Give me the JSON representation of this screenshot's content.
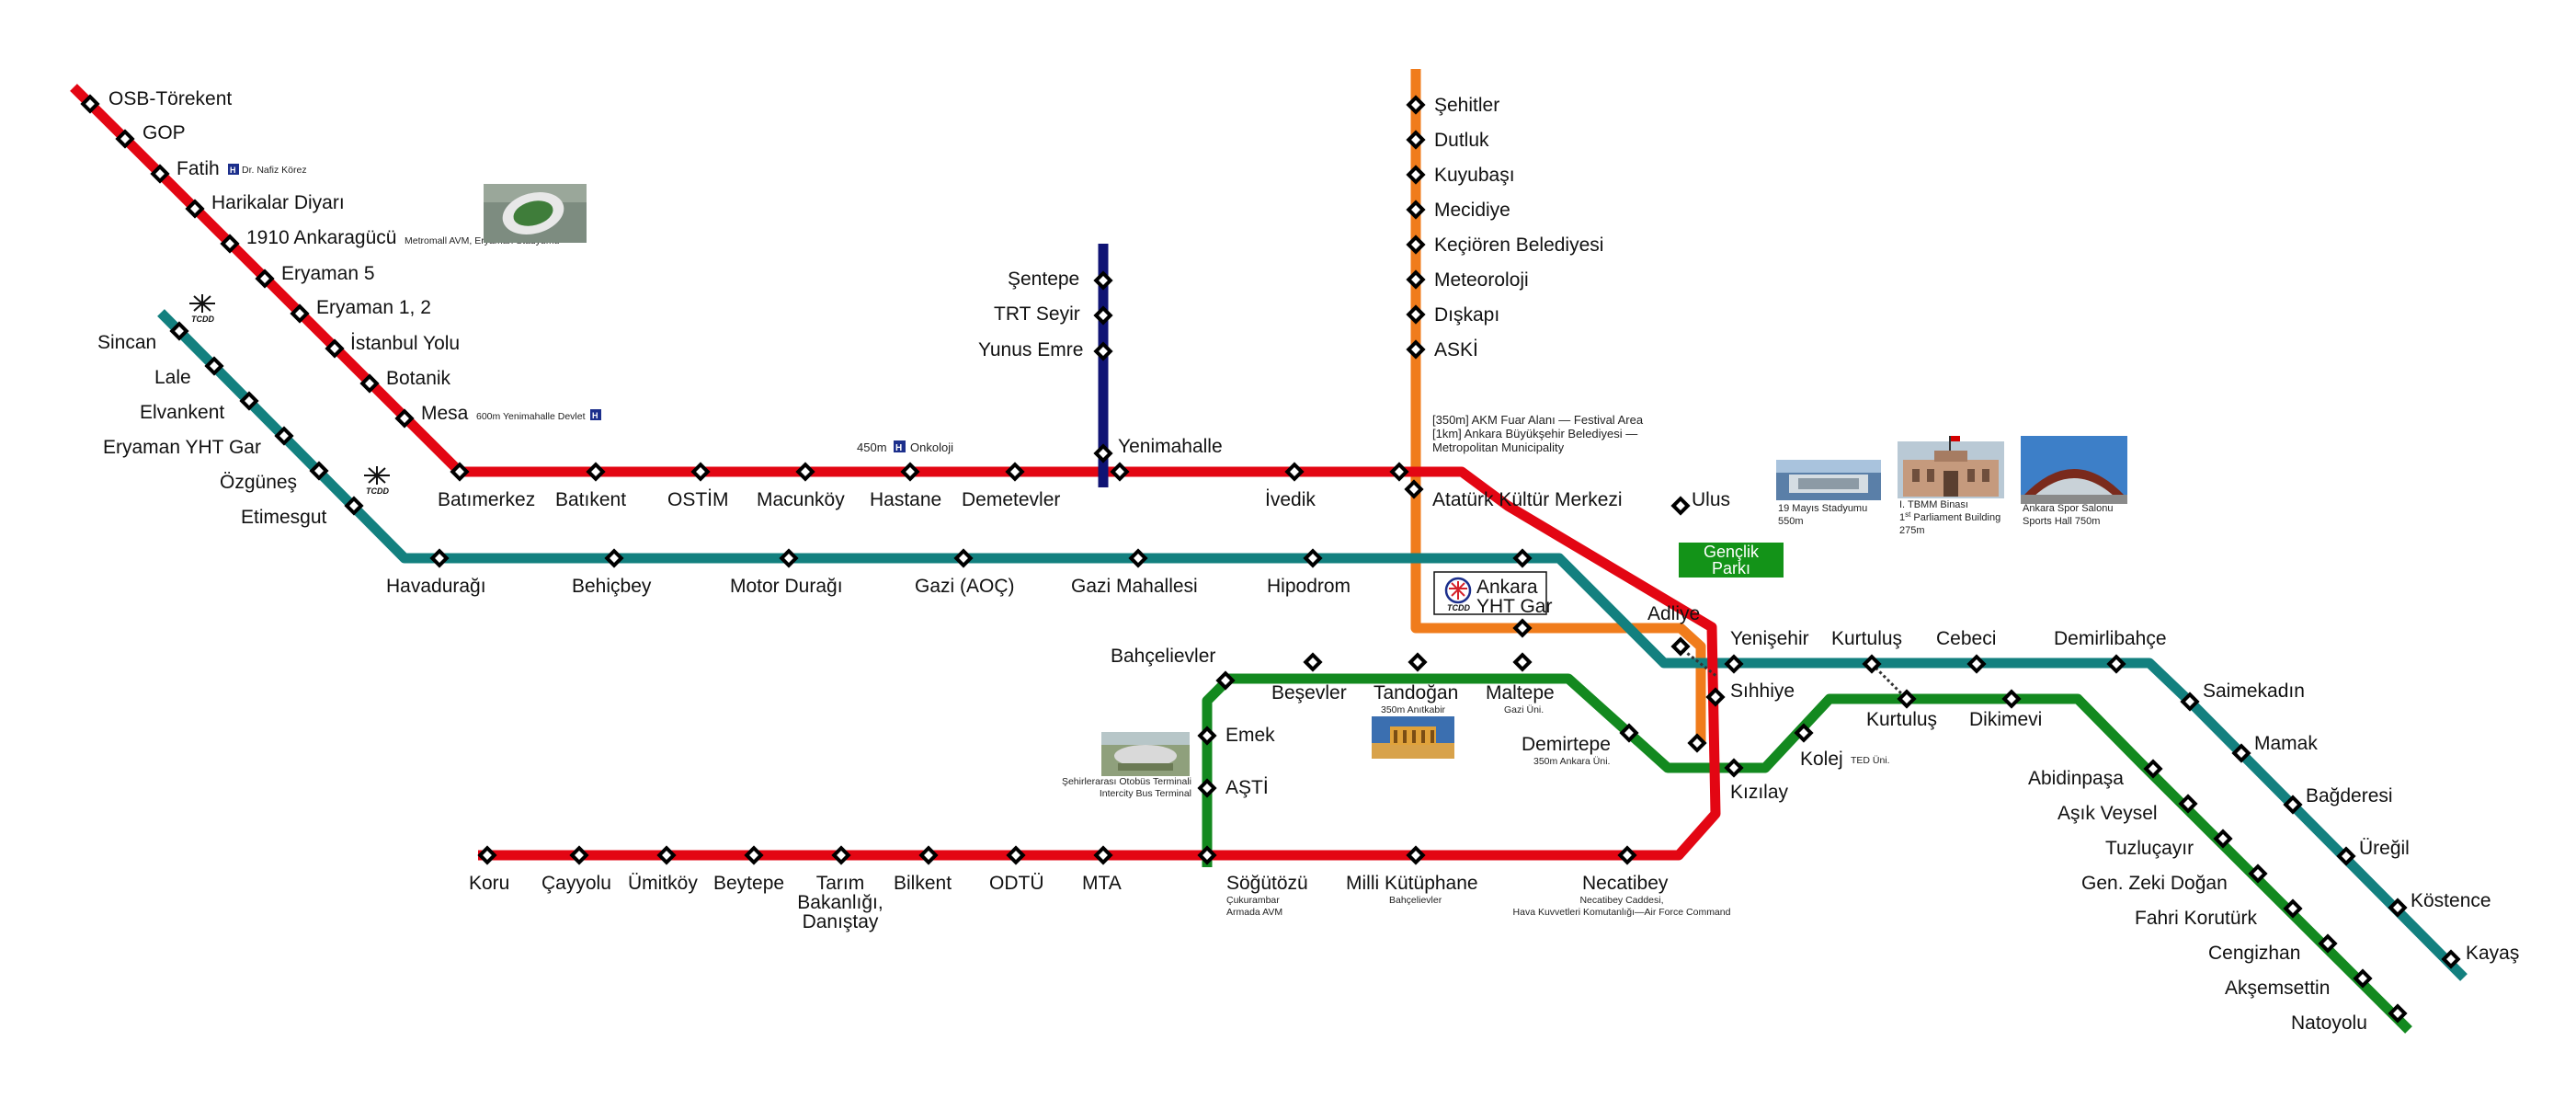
{
  "colors": {
    "red": "#e30613",
    "teal": "#13807f",
    "green": "#13891f",
    "orange": "#f07c1c",
    "navy": "#0f1374"
  },
  "lines": {
    "red_a": {
      "stations": [
        "OSB-Törekent",
        "GOP",
        "Fatih",
        "Harikalar Diyarı",
        "1910 Ankaragücü",
        "Eryaman 5",
        "Eryaman 1, 2",
        "İstanbul Yolu",
        "Botanik",
        "Mesa",
        "Batımerkez",
        "Batıkent",
        "OSTİM",
        "Macunköy",
        "Hastane",
        "Demetevler",
        "Yenimahalle",
        "İvedik",
        "Atatürk Kültür Merkezi",
        "Ulus"
      ]
    },
    "teal_west": {
      "stations": [
        "Sincan",
        "Lale",
        "Elvankent",
        "Eryaman YHT Gar",
        "Özgüneş",
        "Etimesgut",
        "Havadurağı",
        "Behiçbey",
        "Motor Durağı",
        "Gazi (AOÇ)",
        "Gazi Mahallesi",
        "Hipodrom",
        "Ankara YHT Gar",
        "Adliye",
        "Sıhhiye",
        "Yenişehir",
        "Kurtuluş",
        "Cebeci",
        "Demirlibahçe",
        "Saimekadın",
        "Mamak",
        "Bağderesi",
        "Üreğil",
        "Köstence",
        "Kayaş"
      ]
    },
    "orange_keciören": {
      "stations": [
        "Şehitler",
        "Dutluk",
        "Kuyubaşı",
        "Mecidiye",
        "Keçiören Belediyesi",
        "Meteoroloji",
        "Dışkapı",
        "ASKİ",
        "Atatürk Kültür Merkezi",
        "Gençlik Parkı",
        "Kızılay"
      ]
    },
    "navy_teleferik": {
      "stations": [
        "Şentepe",
        "TRT Seyir",
        "Yunus Emre",
        "Yenimahalle"
      ]
    },
    "green_ankaray": {
      "stations": [
        "AŞTİ",
        "Emek",
        "Bahçelievler",
        "Beşevler",
        "Tandoğan",
        "Maltepe",
        "Demirtepe",
        "Kızılay",
        "Kolej",
        "Kurtuluş",
        "Dikimevi",
        "Abidinpaşa",
        "Aşık Veysel",
        "Tuzluçayır",
        "Gen. Zeki Doğan",
        "Fahri Korutürk",
        "Cengizhan",
        "Akşemsettin",
        "Natoyolu"
      ]
    },
    "red_b": {
      "stations": [
        "Koru",
        "Çayyolu",
        "Ümitköy",
        "Beytepe",
        "Tarım Bakanlığı, Danıştay",
        "Bilkent",
        "ODTÜ",
        "MTA",
        "Söğütözü",
        "Milli Kütüphane",
        "Necatibey",
        "Kızılay"
      ]
    }
  },
  "labels": {
    "osb": "OSB-Törekent",
    "gop": "GOP",
    "fatih": "Fatih",
    "fatih_h": "H",
    "fatih_note": "Dr. Nafiz Körez",
    "harikalar": "Harikalar Diyarı",
    "ankaragucu": "1910 Ankaragücü",
    "ankaragucu_note": "Metromall AVM, Eryaman Stadyumu",
    "eryaman5": "Eryaman 5",
    "eryaman12": "Eryaman 1, 2",
    "istanbul": "İstanbul Yolu",
    "botanik": "Botanik",
    "mesa": "Mesa",
    "mesa_note": "600m Yenimahalle Devlet",
    "mesa_h": "H",
    "batimerkez": "Batımerkez",
    "batikent": "Batıkent",
    "ostim": "OSTİM",
    "macunkoy": "Macunköy",
    "hastane": "Hastane",
    "hastane_note_a": "450m",
    "hastane_h": "H",
    "hastane_note_b": "Onkoloji",
    "demetevler": "Demetevler",
    "yenimahalle": "Yenimahalle",
    "ivedik": "İvedik",
    "akm": "Atatürk Kültür Merkezi",
    "ulus": "Ulus",
    "akm_note_1": "[350m] AKM Fuar Alanı — Festival Area",
    "akm_note_2": "[1km] Ankara Büyükşehir Belediyesi —",
    "akm_note_3": "Metropolitan Municipality",
    "sentepe": "Şentepe",
    "trt": "TRT Seyir",
    "yunus": "Yunus Emre",
    "sehitler": "Şehitler",
    "dutluk": "Dutluk",
    "kuyubasi": "Kuyubaşı",
    "mecidiye": "Mecidiye",
    "kecioren": "Keçiören Belediyesi",
    "meteoroloji": "Meteoroloji",
    "diskapi": "Dışkapı",
    "aski": "ASKİ",
    "sincan": "Sincan",
    "lale": "Lale",
    "elvankent": "Elvankent",
    "eryaman_yht": "Eryaman YHT Gar",
    "ozgunes": "Özgüneş",
    "etimesgut": "Etimesgut",
    "havaduragi": "Havadurağı",
    "behicbey": "Behiçbey",
    "motor": "Motor Durağı",
    "gazi_aoc": "Gazi (AOÇ)",
    "gazi_mah": "Gazi Mahallesi",
    "hipodrom": "Hipodrom",
    "yht_1": "Ankara",
    "yht_2": "YHT Gar",
    "adliye": "Adliye",
    "genclik_1": "Gençlik",
    "genclik_2": "Parkı",
    "yenisehir": "Yenişehir",
    "kurtulus_t": "Kurtuluş",
    "cebeci": "Cebeci",
    "demirlibahce": "Demirlibahçe",
    "saimekadin": "Saimekadın",
    "mamak": "Mamak",
    "bagderesi": "Bağderesi",
    "uregil": "Üreğil",
    "kostence": "Köstence",
    "kayas": "Kayaş",
    "sihhiye": "Sıhhiye",
    "bahcelievler": "Bahçelievler",
    "besevler": "Beşevler",
    "tandogan": "Tandoğan",
    "tandogan_note": "350m Anıtkabir",
    "maltepe": "Maltepe",
    "maltepe_note": "Gazi Üni.",
    "demirtepe": "Demirtepe",
    "demirtepe_note": "350m Ankara Üni.",
    "emek": "Emek",
    "asti": "AŞTİ",
    "asti_note_1": "Şehirlerarası Otobüs Terminali",
    "asti_note_2": "Intercity Bus Terminal",
    "kizilay": "Kızılay",
    "kolej": "Kolej",
    "kolej_note": "TED Üni.",
    "kurtulus_g": "Kurtuluş",
    "dikimevi": "Dikimevi",
    "abidinpasa": "Abidinpaşa",
    "asik": "Aşık Veysel",
    "tuzlucayir": "Tuzluçayır",
    "zeki": "Gen. Zeki Doğan",
    "fahri": "Fahri Korutürk",
    "cengizhan": "Cengizhan",
    "aksemsettin": "Akşemsettin",
    "natoyolu": "Natoyolu",
    "koru": "Koru",
    "cayyolu": "Çayyolu",
    "umitkoy": "Ümitköy",
    "beytepe": "Beytepe",
    "tarim_1": "Tarım",
    "tarim_2": "Bakanlığı,",
    "tarim_3": "Danıştay",
    "bilkent": "Bilkent",
    "odtu": "ODTÜ",
    "mta": "MTA",
    "sogutozu": "Söğütözü",
    "sogutozu_note_1": "Çukurambar",
    "sogutozu_note_2": "Armada AVM",
    "milli": "Milli Kütüphane",
    "milli_note": "Bahçelievler",
    "necatibey": "Necatibey",
    "necatibey_note_1": "Necatibey Caddesi,",
    "necatibey_note_2": "Hava Kuvvetleri Komutanlığı—Air Force Command",
    "stadium_note_1": "19 Mayıs Stadyumu",
    "stadium_note_2": "550m",
    "tbmm_note_1": "I. TBMM Binası",
    "tbmm_note_2a": "1",
    "tbmm_note_2sup": "st",
    "tbmm_note_2b": " Parliament Building",
    "tbmm_note_3": "275m",
    "sport_note_1": "Ankara Spor Salonu",
    "sport_note_2": "Sports Hall 750m",
    "tcdd": "TCDD"
  }
}
